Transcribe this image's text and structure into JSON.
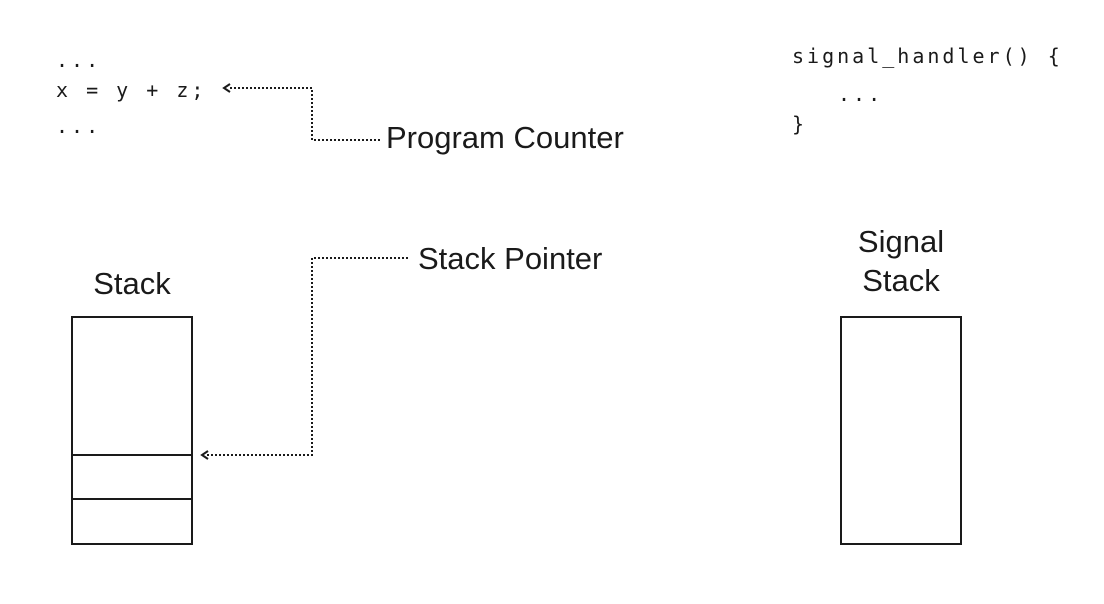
{
  "program": {
    "ellipsis_top": "...",
    "statement": "x = y + z;",
    "ellipsis_bottom": "..."
  },
  "handler": {
    "signature": "signal_handler() {",
    "body": "...",
    "closing": "}"
  },
  "labels": {
    "program_counter": "Program Counter",
    "stack_pointer": "Stack Pointer",
    "stack": "Stack",
    "signal_stack_line1": "Signal",
    "signal_stack_line2": "Stack"
  }
}
